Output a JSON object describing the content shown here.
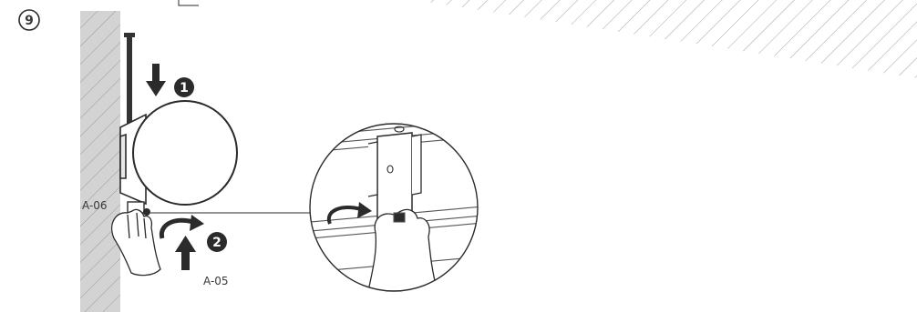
{
  "step": {
    "number": "9"
  },
  "markers": {
    "step1": "1",
    "step2": "2"
  },
  "labels": {
    "part_a06": "A-06",
    "part_a05": "A-05"
  },
  "colors": {
    "line": "#2a2a2a",
    "wall_fill": "#d3d3d3",
    "hatch": "#8f8f8f",
    "marker_fill": "#2b2b2b",
    "arrow_fill": "#2b2b2b"
  },
  "icons": {
    "down_arrow": "down-arrow-icon",
    "up_arrow": "up-arrow-icon",
    "rotate_arrow": "rotate-arrow-icon"
  }
}
